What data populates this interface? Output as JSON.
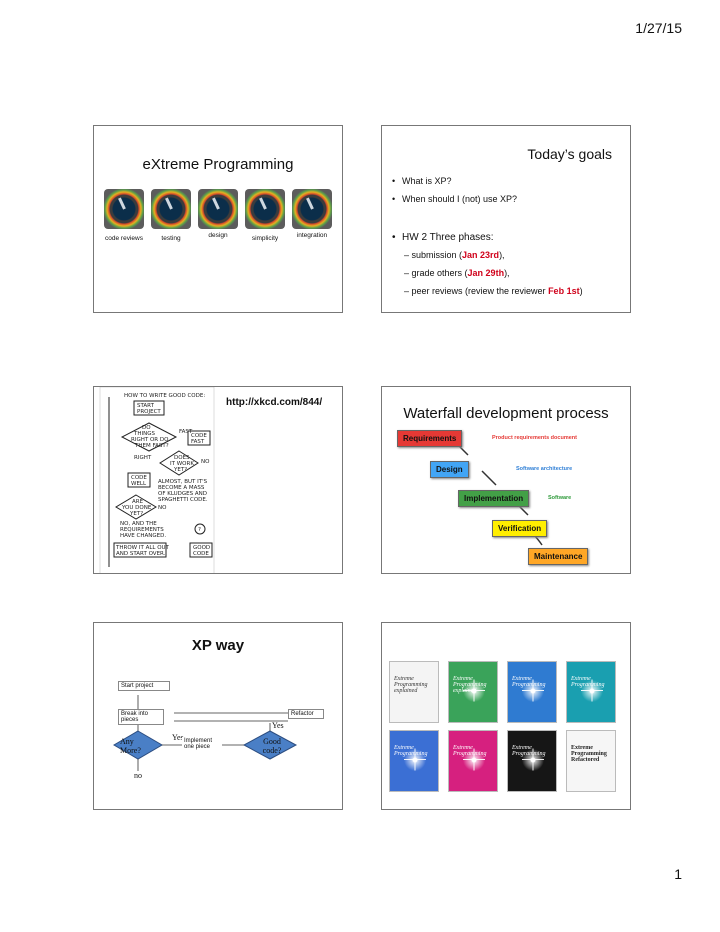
{
  "header": {
    "date": "1/27/15"
  },
  "footer": {
    "page_number": "1"
  },
  "slide1": {
    "title": "eXtreme Programming",
    "knobs": [
      "code reviews",
      "testing",
      "design",
      "simplicity",
      "integration"
    ]
  },
  "slide2": {
    "title": "Today’s goals",
    "bullets": [
      "What is XP?",
      "When should I (not) use XP?"
    ],
    "hw_heading": "HW 2 Three phases:",
    "phases": [
      {
        "prefix": "– submission (",
        "date": "Jan 23rd",
        "suffix": "),"
      },
      {
        "prefix": "– grade others (",
        "date": "Jan 29th",
        "suffix": "),"
      },
      {
        "prefix": "– peer reviews (review the reviewer ",
        "date": "Feb 1st",
        "suffix": ")"
      }
    ]
  },
  "slide3": {
    "url": "http://xkcd.com/844/",
    "comic": {
      "heading": "HOW TO WRITE GOOD CODE:",
      "start": [
        "START",
        "PROJECT"
      ],
      "q1": [
        "DO",
        "THINGS",
        "RIGHT OR DO",
        "THEM FAST?"
      ],
      "fast": "FAST",
      "code_fast": [
        "CODE",
        "FAST"
      ],
      "right": "RIGHT",
      "q2": [
        "DOES",
        "IT WORK",
        "YET?"
      ],
      "no": "NO",
      "code_well": [
        "CODE",
        "WELL"
      ],
      "almost": [
        "ALMOST, BUT IT'S",
        "BECOME A MASS",
        "OF KLUDGES AND",
        "SPAGHETTI CODE."
      ],
      "q3": [
        "ARE",
        "YOU DONE",
        "YET?"
      ],
      "no2": "NO",
      "req": [
        "NO, AND THE",
        "REQUIREMENTS",
        "HAVE CHANGED."
      ],
      "throw": [
        "THROW IT ALL OUT",
        "AND START OVER."
      ],
      "good": [
        "GOOD",
        "CODE"
      ],
      "question": "?"
    }
  },
  "slide4": {
    "title": "Waterfall development process",
    "steps": [
      {
        "label": "Requirements",
        "note": "Product requirements document",
        "color": "#e53935"
      },
      {
        "label": "Design",
        "note": "Software architecture",
        "color": "#42a5f5"
      },
      {
        "label": "Implementation",
        "note": "Software",
        "color": "#43a047"
      },
      {
        "label": "Verification",
        "note": "",
        "color": "#ffee00"
      },
      {
        "label": "Maintenance",
        "note": "",
        "color": "#ffa726"
      }
    ]
  },
  "slide5": {
    "title": "XP way",
    "start": "Start project",
    "break_into": "Break into pieces",
    "refactor": "Refactor",
    "yes1": "Yes",
    "yes2": "Yes",
    "any_more": "Any More?",
    "implement": "Implement one piece",
    "good_code": "Good code?",
    "no": "no"
  },
  "slide6": {
    "books": [
      {
        "title": "Extreme Programming explained",
        "color": "#f4f4f4"
      },
      {
        "title": "Extreme Programming explained",
        "color": "#3aa35a"
      },
      {
        "title": "Extreme Programming",
        "color": "#2f7bd1"
      },
      {
        "title": "Extreme Programming",
        "color": "#1a9fb0"
      },
      {
        "title": "Extreme Programming",
        "color": "#3b6fd4"
      },
      {
        "title": "Extreme Programming",
        "color": "#d6207f"
      },
      {
        "title": "Extreme Programming",
        "color": "#161616"
      },
      {
        "title": "Extreme Programming Refactored",
        "color": "#f6f6f6"
      }
    ]
  }
}
